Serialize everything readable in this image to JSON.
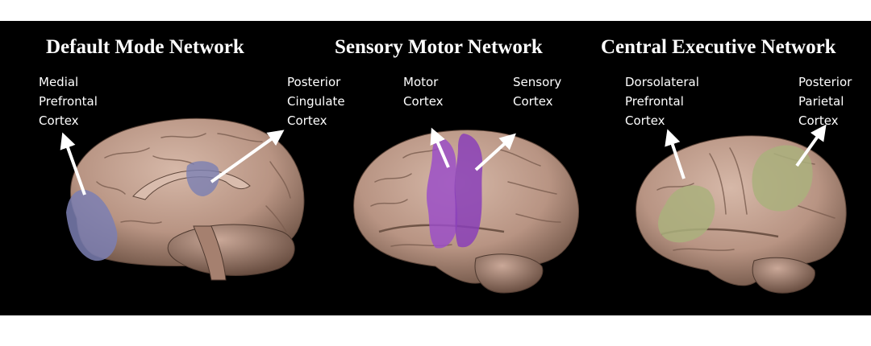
{
  "panels": [
    {
      "title": "Default Mode Network",
      "labels": [
        {
          "lines": [
            "Medial",
            "Prefrontal",
            "Cortex"
          ]
        },
        {
          "lines": [
            "Posterior",
            "Cingulate",
            "Cortex"
          ]
        }
      ]
    },
    {
      "title": "Sensory Motor Network",
      "labels": [
        {
          "lines": [
            "Motor",
            "Cortex"
          ]
        },
        {
          "lines": [
            "Sensory",
            "Cortex"
          ]
        }
      ]
    },
    {
      "title": "Central Executive Network",
      "labels": [
        {
          "lines": [
            "Dorsolateral",
            "Prefrontal",
            "Cortex"
          ]
        },
        {
          "lines": [
            "Posterior",
            "Parietal",
            "Cortex"
          ]
        }
      ]
    }
  ],
  "colors": {
    "background": "#000000",
    "brain": "#b89483",
    "default_mode_highlight": "#7b7fb3",
    "sensory_motor_highlight": "#9b4fc7",
    "central_executive_highlight": "#aab07c",
    "text": "#ffffff"
  }
}
